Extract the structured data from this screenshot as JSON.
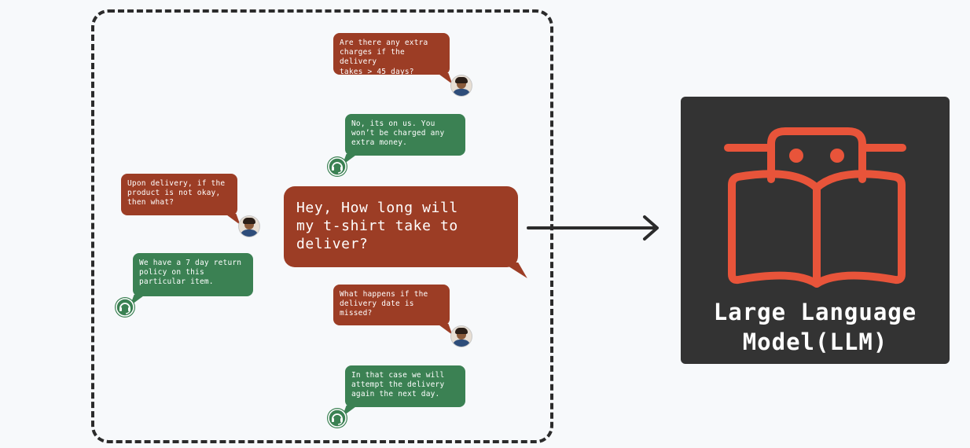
{
  "conversation": {
    "messages": [
      {
        "role": "customer",
        "text": "Are there any extra\ncharges if the delivery\ntakes > 45 days?"
      },
      {
        "role": "agent",
        "text": "No, its on us. You\nwon’t be charged any\nextra money."
      },
      {
        "role": "customer",
        "text": "Upon delivery, if the\nproduct is not okay,\nthen what?"
      },
      {
        "role": "agent",
        "text": "We have a 7 day return\npolicy on this\nparticular item."
      },
      {
        "role": "customer",
        "text": "Hey, How long will\nmy t-shirt take to\ndeliver?"
      },
      {
        "role": "customer",
        "text": "What happens if the\ndelivery date is\nmissed?"
      },
      {
        "role": "agent",
        "text": "In that case we will\nattempt the delivery\nagain the next day."
      }
    ]
  },
  "llm": {
    "title": "Large Language\nModel(LLM)",
    "icon": "robot-reading-book-icon",
    "accent_color": "#e8543a",
    "card_color": "#333333"
  },
  "colors": {
    "customer_bubble": "#9c3d25",
    "agent_bubble": "#3b8153"
  },
  "icons": {
    "customer": "customer-avatar",
    "agent": "headset-icon",
    "arrow": "arrow-right-icon"
  }
}
